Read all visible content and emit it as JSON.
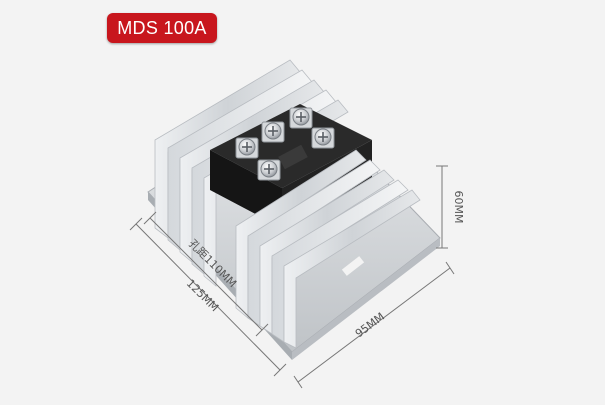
{
  "badge": {
    "label": "MDS 100A",
    "color": "#c8161d"
  },
  "dimensions": {
    "height": "60MM",
    "depth": "95MM",
    "hole_spacing": "孔距110MM",
    "length": "125MM"
  },
  "colors": {
    "background": "#f3f3f3",
    "aluminum": "#dcdfe2",
    "module_body": "#1e1e1e",
    "dimension_line": "#777777"
  },
  "icons": [
    "heatsink-illustration",
    "rectifier-module-illustration",
    "terminal-screw-icon"
  ]
}
